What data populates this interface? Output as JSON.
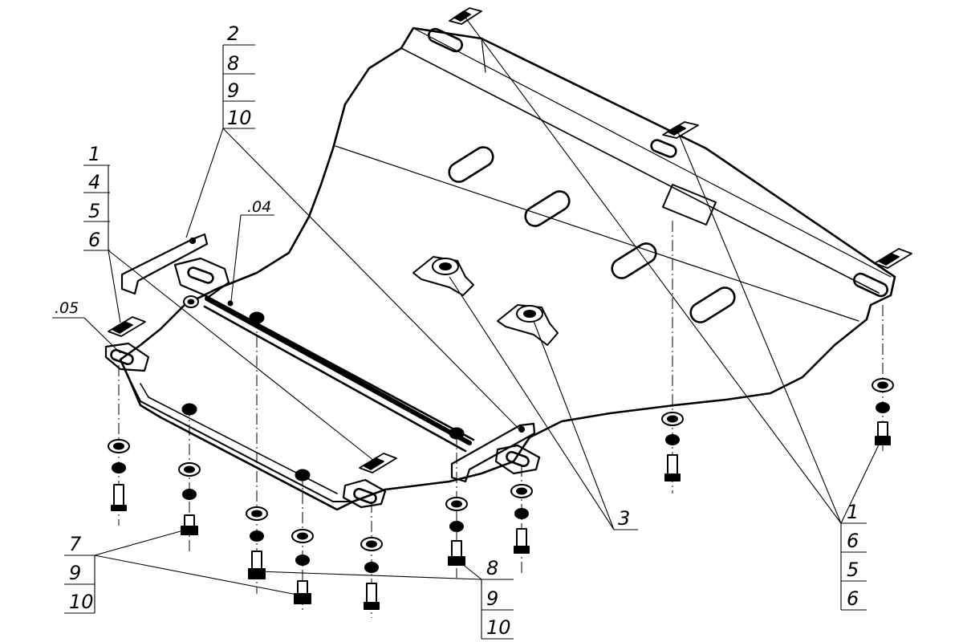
{
  "stacks": {
    "top_left": [
      "2",
      "8",
      "9",
      "10"
    ],
    "mid_left": [
      "1",
      "4",
      "5",
      "6"
    ],
    "bottom_left": [
      "7",
      "9",
      "10"
    ],
    "bottom_center": [
      "8",
      "9",
      "10"
    ],
    "bottom_right": [
      "1",
      "6",
      "5",
      "6"
    ]
  },
  "callouts": {
    "c04": ".04",
    "c05": ".05",
    "c3": "3"
  },
  "colors": {
    "line": "#000000",
    "paper": "#ffffff"
  }
}
